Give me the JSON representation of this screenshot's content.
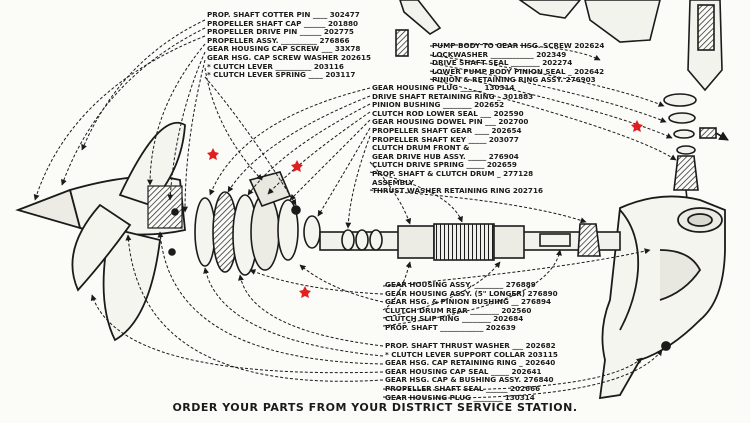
{
  "groups": {
    "top": [
      "PROP. SHAFT COTTER PIN ____ 302477",
      "PROPELLER SHAFT CAP ______ 201880",
      "PROPELLER DRIVE PIN ______ 202775",
      "PROPELLER ASSY. __________ 276866",
      "GEAR HOUSING CAP SCREW ___ 33X78",
      "GEAR HSG. CAP SCREW WASHER 202615",
      "* CLUTCH LEVER __________ 203116",
      "* CLUTCH LEVER SPRING ____ 203117"
    ],
    "right_top": [
      "PUMP BODY TO GEAR HSG. SCREW 202624",
      "LOCKWASHER ____________ 202349",
      "DRIVE SHAFT SEAL ________ 202274",
      "LOWER PUMP BODY PINION SEAL _ 202642",
      "PINION & RETAINING RING ASSY. 276903"
    ],
    "middle": [
      "GEAR HOUSING PLUG ______ 130314",
      "DRIVE SHAFT RETAINING RING _ 301883",
      "PINION BUSHING ________ 202652",
      "CLUTCH ROD LOWER SEAL ___ 202590",
      "GEAR HOUSING DOWEL PIN ___ 202700",
      "PROPELLER SHAFT GEAR ____ 202654",
      "PROPELLER SHAFT KEY _____ 203077",
      "CLUTCH DRUM FRONT &",
      "GEAR DRIVE HUB ASSY. _____ 276904",
      "CLUTCH DRIVE SPRING _____ 202659",
      "PROP. SHAFT & CLUTCH DRUM _ 277128",
      "ASSEMBLY",
      "THRUST WASHER RETAINING RING 202716"
    ],
    "lower": [
      "GEAR HOUSING ASSY. ________ 276889",
      "GEAR HOUSING ASSY. (5\" LONGER) 276890",
      "GEAR HSG. & PINION BUSHING __ 276894",
      "CLUTCH DRUM REAR ________ 202560",
      "CLUTCH SLIP RING ________ 202684",
      "PROP. SHAFT ____________ 202639"
    ],
    "bottom": [
      "PROP. SHAFT THRUST WASHER ___ 202682",
      "* CLUTCH LEVER SUPPORT COLLAR 203115",
      "GEAR HSG. CAP RETAINING RING _ 202640",
      "GEAR HOUSING CAP SEAL _____ 202641",
      "GEAR HSG. CAP & BUSHING ASSY. 276840",
      "PROPELLER SHAFT SEAL ______ 202666",
      "GEAR HOUSING PLUG ________ 130314"
    ]
  },
  "footer": "ORDER YOUR PARTS FROM YOUR DISTRICT SERVICE STATION.",
  "colors": {
    "ink": "#1b1b1b",
    "paper": "#fbfbf8",
    "marker": "#e02020"
  }
}
